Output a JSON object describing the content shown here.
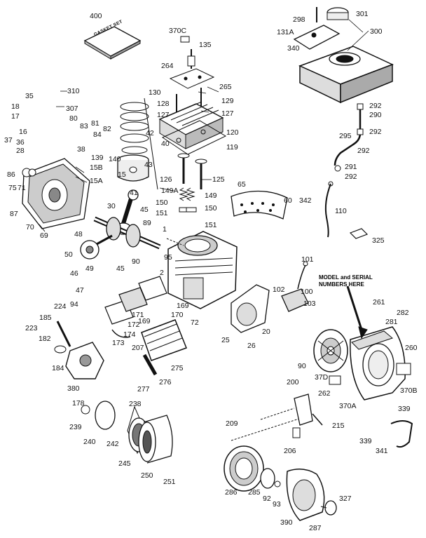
{
  "diagram": {
    "gasket_set_text": "GASKET SET",
    "callout_note_line1": "MODEL and SERIAL",
    "callout_note_line2": "NUMBERS HERE",
    "labels": {
      "l400": "400",
      "l370C": "370C",
      "l135": "135",
      "l264": "264",
      "l265": "265",
      "l130": "130",
      "l128": "128",
      "l127a": "127",
      "l129": "129",
      "l127b": "127",
      "l120": "120",
      "l119": "119",
      "l298": "298",
      "l301": "301",
      "l131A": "131A",
      "l300": "300",
      "l340": "340",
      "l310": "310",
      "l307": "307",
      "l35": "35",
      "l18": "18",
      "l17": "17",
      "l16": "16",
      "l37": "37",
      "l36": "36",
      "l28": "28",
      "l80": "80",
      "l83": "83",
      "l81": "81",
      "l82": "82",
      "l84": "84",
      "l42": "42",
      "l40": "40",
      "l38": "38",
      "l139": "139",
      "l140": "140",
      "l15B": "15B",
      "l15A": "15A",
      "l15": "15",
      "l43": "43",
      "l41": "41",
      "l86": "86",
      "l75": "75",
      "l71": "71",
      "l87": "87",
      "l70": "70",
      "l69": "69",
      "l30": "30",
      "l45a": "45",
      "l48": "48",
      "l89": "89",
      "l126": "126",
      "l125": "125",
      "l149A": "149A",
      "l149": "149",
      "l150a": "150",
      "l150b": "150",
      "l151a": "151",
      "l151b": "151",
      "l65": "65",
      "l60": "60",
      "l342": "342",
      "l292a": "292",
      "l290": "290",
      "l292b": "292",
      "l295": "295",
      "l292c": "292",
      "l291": "291",
      "l292d": "292",
      "l110": "110",
      "l325": "325",
      "l1": "1",
      "l50": "50",
      "l46": "46",
      "l49": "49",
      "l45b": "45",
      "l90a": "90",
      "l95": "95",
      "l2": "2",
      "l47": "47",
      "l94": "94",
      "l224": "224",
      "l185": "185",
      "l171": "171",
      "l172": "172",
      "l174": "174",
      "l169a": "169",
      "l169b": "169",
      "l170": "170",
      "l72": "72",
      "l223": "223",
      "l182": "182",
      "l173": "173",
      "l207": "207",
      "l184": "184",
      "l275": "275",
      "l276": "276",
      "l277": "277",
      "l380": "380",
      "l178": "178",
      "l238": "238",
      "l239": "239",
      "l240": "240",
      "l242": "242",
      "l245": "245",
      "l250": "250",
      "l251": "251",
      "l101": "101",
      "l102": "102",
      "l100": "100",
      "l103": "103",
      "l25": "25",
      "l26": "26",
      "l20": "20",
      "l261": "261",
      "l282": "282",
      "l281": "281",
      "l260": "260",
      "l90b": "90",
      "l37D": "37D",
      "l262": "262",
      "l370A": "370A",
      "l370B": "370B",
      "l200": "200",
      "l209": "209",
      "l215": "215",
      "l206": "206",
      "l339a": "339",
      "l339b": "339",
      "l341": "341",
      "l286": "286",
      "l285": "285",
      "l92": "92",
      "l93": "93",
      "l327": "327",
      "l390": "390",
      "l287": "287"
    }
  }
}
